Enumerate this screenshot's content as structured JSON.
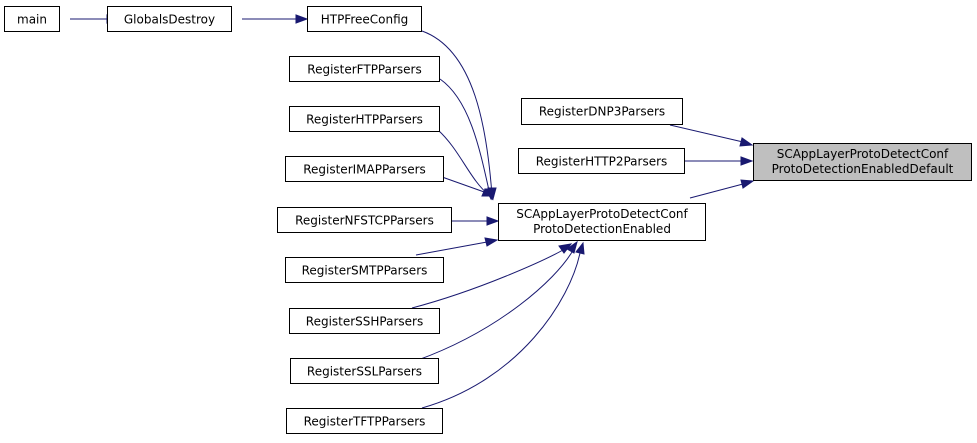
{
  "colors": {
    "edge": "#191970",
    "node_fill": "#ffffff",
    "target_fill": "#bfbfbf",
    "node_border": "#000000"
  },
  "nodes": {
    "main": {
      "label": "main"
    },
    "globals_destroy": {
      "label": "GlobalsDestroy"
    },
    "htp_free_config": {
      "label": "HTPFreeConfig"
    },
    "register_ftp": {
      "label": "RegisterFTPParsers"
    },
    "register_htp": {
      "label": "RegisterHTPParsers"
    },
    "register_imap": {
      "label": "RegisterIMAPParsers"
    },
    "register_nfstcp": {
      "label": "RegisterNFSTCPParsers"
    },
    "register_smtp": {
      "label": "RegisterSMTPParsers"
    },
    "register_ssh": {
      "label": "RegisterSSHParsers"
    },
    "register_ssl": {
      "label": "RegisterSSLParsers"
    },
    "register_tftp": {
      "label": "RegisterTFTPParsers"
    },
    "register_dnp3": {
      "label": "RegisterDNP3Parsers"
    },
    "register_http2": {
      "label": "RegisterHTTP2Parsers"
    },
    "proto_detection_enabled": {
      "label_line1": "SCAppLayerProtoDetectConf",
      "label_line2": "ProtoDetectionEnabled"
    },
    "proto_detection_enabled_default": {
      "label_line1": "SCAppLayerProtoDetectConf",
      "label_line2": "ProtoDetectionEnabledDefault"
    }
  }
}
